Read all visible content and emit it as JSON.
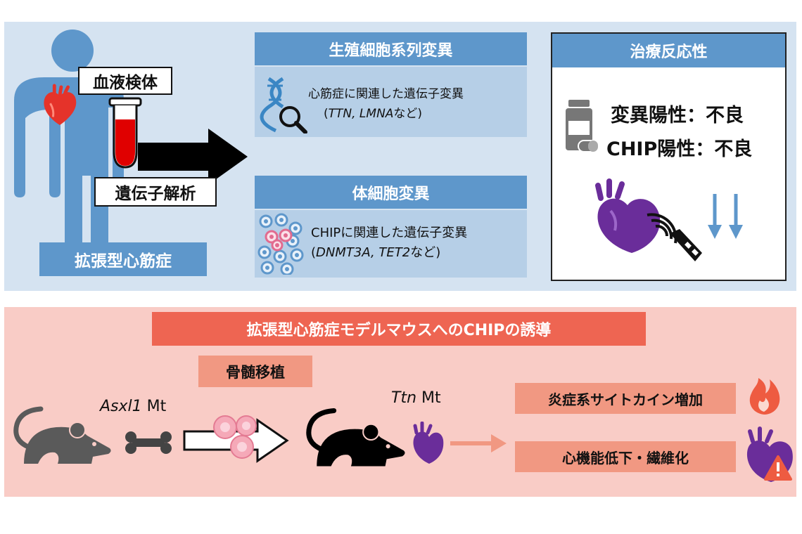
{
  "top": {
    "blood_sample": "血液検体",
    "genetic_analysis": "遺伝子解析",
    "dcm": "拡張型心筋症",
    "germline": {
      "title": "生殖細胞系列変異",
      "line1": "心筋症に関連した遺伝子変異",
      "line2_open": "(",
      "genes": "TTN, LMNA",
      "line2_close": "など)"
    },
    "somatic": {
      "title": "体細胞変異",
      "line1": "CHIPに関連した遺伝子変異",
      "line2_open": "(",
      "genes": "DNMT3A, TET2",
      "line2_close": "など)"
    },
    "response": {
      "title": "治療反応性",
      "line1": "変異陽性：不良",
      "line2": "CHIP陽性：不良"
    }
  },
  "bottom": {
    "title": "拡張型心筋症モデルマウスへのCHIPの誘導",
    "bmt": "骨髄移植",
    "asxl1_gene": "Asxl1",
    "asxl1_mt": " Mt",
    "ttn_gene": "Ttn",
    "ttn_mt": " Mt",
    "cytokine": "炎症系サイトカイン増加",
    "dysfunction": "心機能低下・繊維化"
  },
  "colors": {
    "blue_panel": "#d5e3f1",
    "blue_bar": "#5e97cb",
    "pink_panel": "#f9ccc6",
    "red_title": "#ee6552",
    "salmon": "#f19882",
    "heart_purple": "#6a2d9a"
  }
}
